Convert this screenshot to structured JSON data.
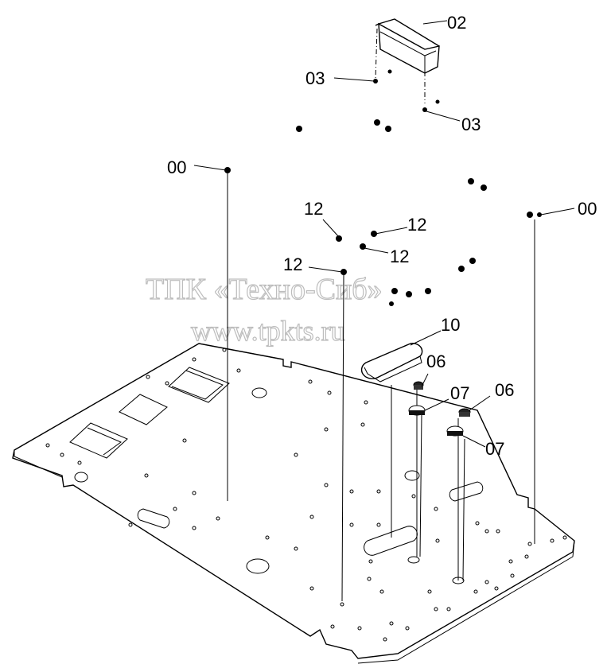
{
  "watermark": {
    "line1": "ТПК «Техно-Сиб»",
    "line2": "www.tpkts.ru"
  },
  "callouts": {
    "c02": "02",
    "c03a": "03",
    "c03b": "03",
    "c00a": "00",
    "c00b": "00",
    "c12a": "12",
    "c12b": "12",
    "c12c": "12",
    "c12d": "12",
    "c10": "10",
    "c06a": "06",
    "c06b": "06",
    "c07a": "07",
    "c07b": "07"
  }
}
